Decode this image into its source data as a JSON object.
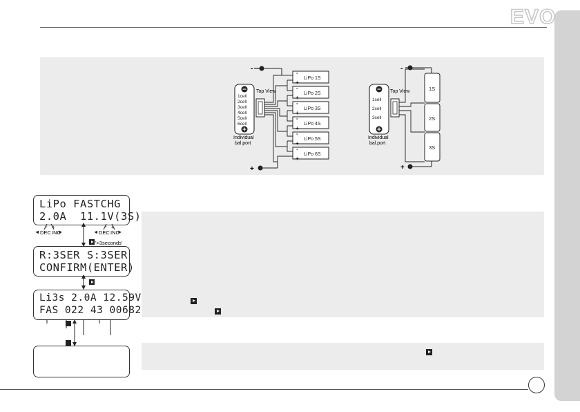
{
  "header": {
    "logo": "EVO"
  },
  "diagram_left": {
    "batteries": [
      "LiPo 1S",
      "LiPo 2S",
      "LiPo 3S",
      "LiPo 4S",
      "LiPo 5S",
      "LiPo 6S"
    ],
    "port_cells": [
      "1cell",
      "2cell",
      "3cell",
      "4cell",
      "5cell",
      "6cell"
    ],
    "top_view": "Top View",
    "port_label_1": "Individual",
    "port_label_2": "bal.port",
    "minus": "-",
    "plus": "+"
  },
  "diagram_right": {
    "cells": [
      "1S",
      "2S",
      "3S"
    ],
    "port_cells": [
      "1cell",
      "2cell",
      "3cell"
    ],
    "top_view": "Top View",
    "port_label_1": "Individual",
    "port_label_2": "bal.port",
    "minus": "-",
    "plus": "+"
  },
  "screens": {
    "screen1": {
      "line1": "LiPo FASTCHG",
      "line2": "2.0A  11.1V(3S)"
    },
    "screen2": {
      "line1": "R:3SER S:3SER",
      "line2": "CONFIRM(ENTER)"
    },
    "screen3": {
      "line1": "Li3s 2.0A 12.59V",
      "line2": "FAS 022 43 00682"
    },
    "screen4": {
      "line1": "",
      "line2": ""
    }
  },
  "controls": {
    "dec": "DEC",
    "inc": "INC",
    "dec2": "DEC",
    "inc2": "INC",
    "hold": "'>3seconds'"
  }
}
